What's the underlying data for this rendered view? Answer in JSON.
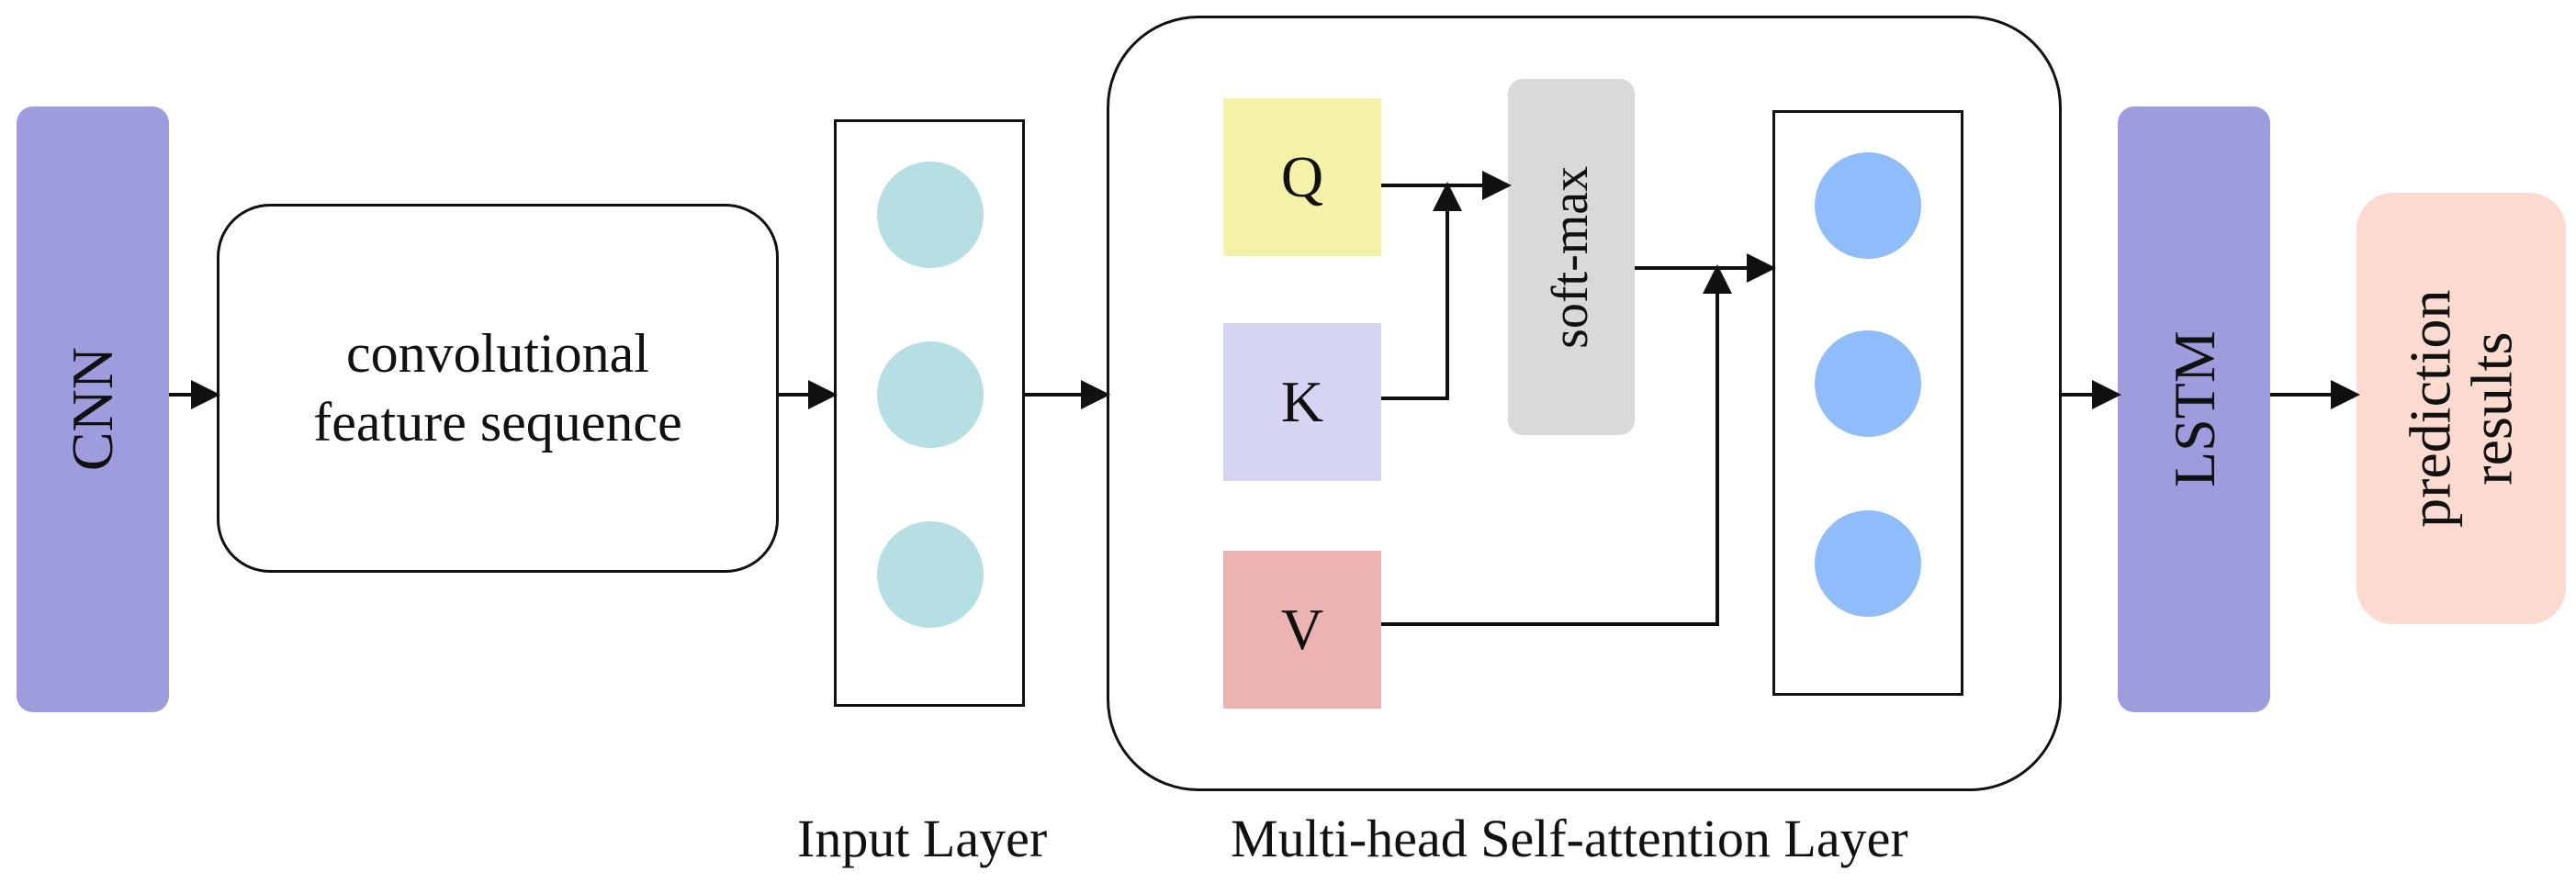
{
  "blocks": {
    "cnn": {
      "label": "CNN",
      "color": "#9f9cde"
    },
    "conv": {
      "line1": "convolutional",
      "line2": "feature sequence"
    },
    "lstm": {
      "label": "LSTM",
      "color": "#9f9cde"
    },
    "prediction": {
      "line1": "prediction",
      "line2": "results",
      "color": "#fbdad0"
    }
  },
  "input_layer": {
    "caption": "Input Layer",
    "node_color": "#b5dfe2",
    "node_count": 3
  },
  "attention_layer": {
    "caption": "Multi-head Self-attention Layer",
    "q": {
      "label": "Q",
      "color": "#f4f2a9"
    },
    "k": {
      "label": "K",
      "color": "#d5d4f2"
    },
    "v": {
      "label": "V",
      "color": "#ebb4b3"
    },
    "softmax": {
      "label": "soft-max",
      "color": "#d9d9d9"
    },
    "output_node_color": "#8fbdfb",
    "output_node_count": 3
  }
}
